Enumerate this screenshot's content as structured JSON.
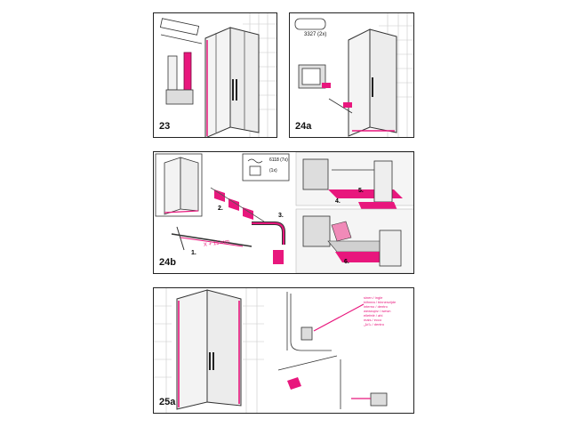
{
  "colors": {
    "accent": "#e8177d",
    "line": "#333333",
    "tile": "#cfcfcf",
    "fill_grey": "#d8d8d8"
  },
  "steps": {
    "s23": "23",
    "s24a": "24a",
    "s24b": "24b",
    "s25a": "25a"
  },
  "panel24a": {
    "part_label": "3327 (2x)"
  },
  "panel24b": {
    "part_top": "6118 (7x)",
    "part_bottom": "(1x)",
    "measure": "X + 15 mm",
    "sub1": "1.",
    "sub2": "2.",
    "sub3": "3.",
    "sub4": "4.",
    "sub5": "5.",
    "sub6": "6."
  },
  "panel25a": {
    "note_lines": [
      "sinen / ingle",
      "kiihnea / binnenzijde",
      "interno / dentro",
      "wewnątrz / wewn",
      "ellefelé / ahl",
      "mais / ecco",
      "داخل / dentro"
    ]
  }
}
